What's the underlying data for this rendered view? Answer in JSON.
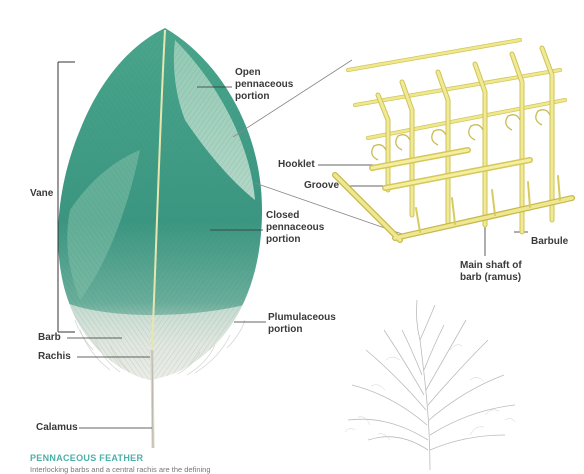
{
  "diagram": {
    "labels": {
      "vane": "Vane",
      "open_pennaceous": "Open\npennaceous\nportion",
      "closed_pennaceous": "Closed\npennaceous\nportion",
      "plumulaceous": "Plumulaceous\nportion",
      "barb": "Barb",
      "rachis": "Rachis",
      "calamus": "Calamus",
      "hooklet": "Hooklet",
      "groove": "Groove",
      "barbule": "Barbule",
      "main_shaft": "Main shaft of\nbarb (ramus)"
    },
    "caption": {
      "title": "PENNACEOUS FEATHER",
      "text": "Interlocking barbs and a central rachis are the defining"
    },
    "colors": {
      "vane_green": "#3f9a83",
      "vane_light": "#8cc6b0",
      "rachis": "#e8e6b0",
      "barb_yellow": "#e9e28a",
      "leader_line": "#333333"
    }
  }
}
